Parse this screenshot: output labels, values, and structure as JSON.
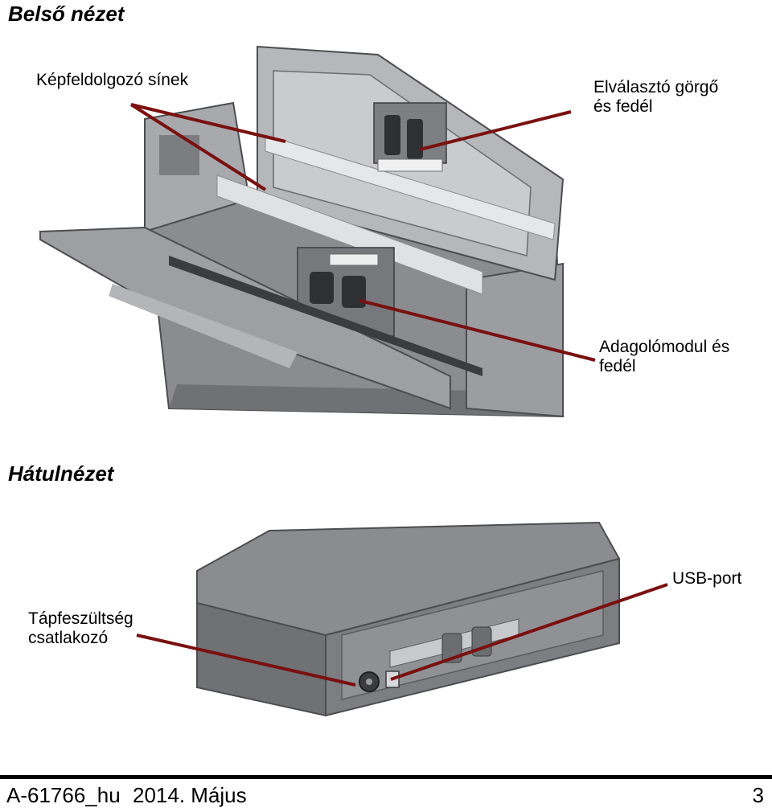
{
  "sections": {
    "front": {
      "title": "Belső nézet",
      "labels": {
        "imaging_guides": "Képfeldolgozó sínek",
        "separation_line1": "Elválasztó görgő",
        "separation_line2": "és fedél",
        "feed_line1": "Adagolómodul és",
        "feed_line2": "fedél"
      }
    },
    "rear": {
      "title": "Hátulnézet",
      "labels": {
        "usb": "USB-port",
        "power_line1": "Tápfeszültség",
        "power_line2": "csatlakozó"
      }
    }
  },
  "footer": {
    "doc_id": "A-61766_hu",
    "date": "2014. Május",
    "page_number": "3"
  },
  "colors": {
    "leader_line": "#7a1010",
    "scanner_body": "#8a8c90",
    "scanner_dark": "#5b5d61",
    "scanner_light": "#c7c9cc"
  }
}
